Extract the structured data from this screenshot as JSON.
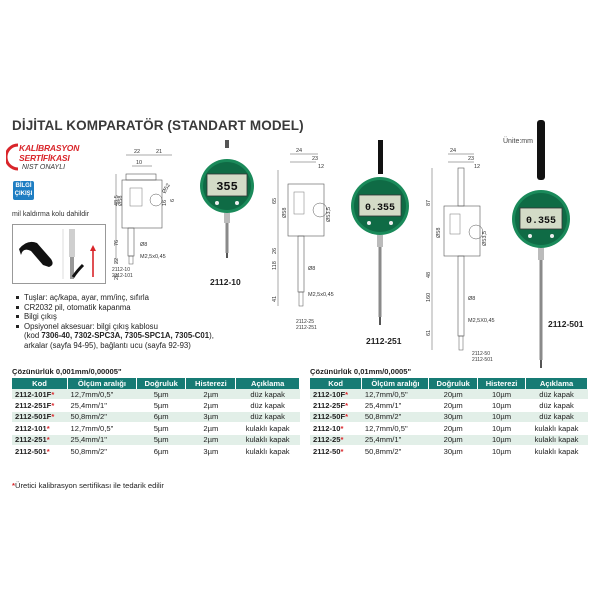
{
  "page": {
    "title": "DİJİTAL KOMPARATÖR (STANDART MODEL)",
    "units_label": "Ünite:mm"
  },
  "badges": {
    "calibration_line1": "KALİBRASYON",
    "calibration_line2": "SERTİFİKASI",
    "calibration_line3": "NIST ONAYLI",
    "output_line1": "BİLGİ",
    "output_line2": "ÇIKIŞI",
    "lift_note": "mil kaldırma kolu dahildir"
  },
  "products": [
    {
      "model": "2112-10",
      "display": "355",
      "codes": [
        "2112-10",
        "2112-101"
      ]
    },
    {
      "model": "2112-251",
      "display": "0.355",
      "codes": [
        "2112-25",
        "2112-251"
      ]
    },
    {
      "model": "2112-501",
      "display": "0.355",
      "codes": [
        "2112-50",
        "2112-501"
      ]
    }
  ],
  "drawing_dims": {
    "d1_22": "22",
    "d1_21": "21",
    "d1_10": "10",
    "d1_485": "48,5",
    "d1_58": "Ø58",
    "d1_52": "Ø52",
    "d1_16": "16",
    "d1_6": "6",
    "d1_76": "76",
    "d1_22b": "22",
    "d1_25": "25",
    "d1_8": "Ø8",
    "d1_thread": "M2,5x0,45",
    "d2_24": "24",
    "d2_23": "23",
    "d2_12": "12",
    "d2_65": "65",
    "d2_58": "Ø58",
    "d2_535": "Ø53,5",
    "d2_118": "118",
    "d2_26": "26",
    "d2_41": "41",
    "d2_8": "Ø8",
    "d2_thread": "M2,5x0,45",
    "d3_24": "24",
    "d3_23": "23",
    "d3_12": "12",
    "d3_87": "87",
    "d3_58": "Ø58",
    "d3_535": "Ø53,5",
    "d3_48": "48",
    "d3_160": "160",
    "d3_61": "61",
    "d3_8": "Ø8",
    "d3_thread": "M2,5X0,45"
  },
  "features": {
    "line1": "Tuşlar: aç/kapa, ayar, mm/inç, sıfırla",
    "line2": "CR2032 pil, otomatik kapanma",
    "line3": "Bilgi çıkış",
    "line4": "Opsiyonel aksesuar: bilgi çıkış kablosu",
    "line5_prefix": "(kod ",
    "line5_bold": "7306-40, 7302-SPC3A, 7305-SPC1A, 7305-C01",
    "line5_suffix": "),",
    "line6": "arkalar (sayfa 94-95), bağlantı ucu (sayfa 92-93)"
  },
  "tables": [
    {
      "resolution": "Çözünürlük 0,001mm/0,00005\"",
      "headers": [
        "Kod",
        "Ölçüm aralığı",
        "Doğruluk",
        "Histerezi",
        "Açıklama"
      ],
      "rows": [
        {
          "code": "2112-101F",
          "range": "12,7mm/0,5\"",
          "accuracy": "5µm",
          "hysteresis": "2µm",
          "desc": "düz kapak"
        },
        {
          "code": "2112-251F",
          "range": "25,4mm/1\"",
          "accuracy": "5µm",
          "hysteresis": "2µm",
          "desc": "düz kapak"
        },
        {
          "code": "2112-501F",
          "range": "50,8mm/2\"",
          "accuracy": "6µm",
          "hysteresis": "3µm",
          "desc": "düz kapak"
        },
        {
          "code": "2112-101",
          "range": "12,7mm/0,5\"",
          "accuracy": "5µm",
          "hysteresis": "2µm",
          "desc": "kulaklı kapak"
        },
        {
          "code": "2112-251",
          "range": "25,4mm/1\"",
          "accuracy": "5µm",
          "hysteresis": "2µm",
          "desc": "kulaklı kapak"
        },
        {
          "code": "2112-501",
          "range": "50,8mm/2\"",
          "accuracy": "6µm",
          "hysteresis": "3µm",
          "desc": "kulaklı kapak"
        }
      ]
    },
    {
      "resolution": "Çözünürlük 0,01mm/0,0005\"",
      "headers": [
        "Kod",
        "Ölçüm aralığı",
        "Doğruluk",
        "Histerezi",
        "Açıklama"
      ],
      "rows": [
        {
          "code": "2112-10F",
          "range": "12,7mm/0,5\"",
          "accuracy": "20µm",
          "hysteresis": "10µm",
          "desc": "düz kapak"
        },
        {
          "code": "2112-25F",
          "range": "25,4mm/1\"",
          "accuracy": "20µm",
          "hysteresis": "10µm",
          "desc": "düz kapak"
        },
        {
          "code": "2112-50F",
          "range": "50,8mm/2\"",
          "accuracy": "30µm",
          "hysteresis": "10µm",
          "desc": "düz kapak"
        },
        {
          "code": "2112-10",
          "range": "12,7mm/0,5\"",
          "accuracy": "20µm",
          "hysteresis": "10µm",
          "desc": "kulaklı kapak"
        },
        {
          "code": "2112-25",
          "range": "25,4mm/1\"",
          "accuracy": "20µm",
          "hysteresis": "10µm",
          "desc": "kulaklı kapak"
        },
        {
          "code": "2112-50",
          "range": "50,8mm/2\"",
          "accuracy": "30µm",
          "hysteresis": "10µm",
          "desc": "kulaklı kapak"
        }
      ]
    }
  ],
  "footnote": {
    "star": "*",
    "text": "Üretici kalibrasyon sertifikası ile tedarik edilir"
  },
  "colors": {
    "table_header": "#177b74",
    "table_row_alt": "#e2efe8",
    "accent_red": "#d9252a",
    "gauge_green": "#1a8a5a",
    "badge_blue": "#1f7ec3"
  }
}
